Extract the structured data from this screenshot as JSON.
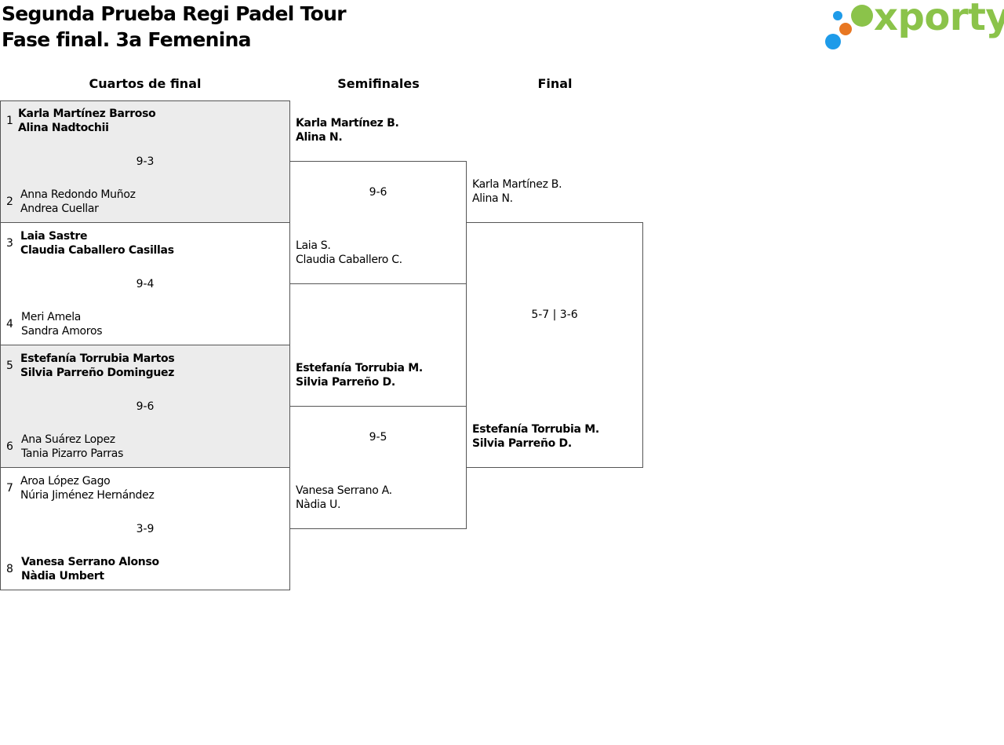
{
  "header": {
    "title_line1": "Segunda Prueba Regi Padel Tour",
    "title_line2": "Fase final. 3a Femenina",
    "logo_text": "xporty",
    "logo_colors": {
      "green": "#8bc34a",
      "blue": "#1e9be9",
      "orange": "#e87722"
    }
  },
  "columns": {
    "quarters": "Cuartos de final",
    "semis": "Semifinales",
    "final": "Final"
  },
  "quarterfinals": [
    {
      "score": "9-3",
      "top": {
        "seed": "1",
        "player1": "Karla Martínez Barroso",
        "player2": "Alina Nadtochii"
      },
      "bottom": {
        "seed": "2",
        "player1": "Anna Redondo Muñoz",
        "player2": "Andrea Cuellar"
      }
    },
    {
      "score": "9-4",
      "top": {
        "seed": "3",
        "player1": "Laia Sastre",
        "player2": "Claudia Caballero Casillas"
      },
      "bottom": {
        "seed": "4",
        "player1": "Meri Amela",
        "player2": "Sandra Amoros"
      }
    },
    {
      "score": "9-6",
      "top": {
        "seed": "5",
        "player1": "Estefanía Torrubia Martos",
        "player2": "Silvia Parreño Dominguez"
      },
      "bottom": {
        "seed": "6",
        "player1": "Ana Suárez Lopez",
        "player2": "Tania Pizarro Parras"
      }
    },
    {
      "score": "3-9",
      "top": {
        "seed": "7",
        "player1": "Aroa López Gago",
        "player2": "Núria Jiménez Hernández"
      },
      "bottom": {
        "seed": "8",
        "player1": "Vanesa Serrano Alonso",
        "player2": "Nàdia Umbert"
      }
    }
  ],
  "semifinals": [
    {
      "score": "9-6",
      "top": {
        "player1": "Karla Martínez B.",
        "player2": "Alina N."
      },
      "bottom": {
        "player1": "Laia S.",
        "player2": "Claudia Caballero C."
      }
    },
    {
      "score": "9-5",
      "top": {
        "player1": "Estefanía Torrubia M.",
        "player2": "Silvia Parreño D."
      },
      "bottom": {
        "player1": "Vanesa Serrano A.",
        "player2": "Nàdia U."
      }
    }
  ],
  "final": {
    "score": "5-7 | 3-6",
    "top": {
      "player1": "Karla Martínez B.",
      "player2": "Alina N."
    },
    "bottom": {
      "player1": "Estefanía Torrubia M.",
      "player2": "Silvia Parreño D."
    }
  }
}
